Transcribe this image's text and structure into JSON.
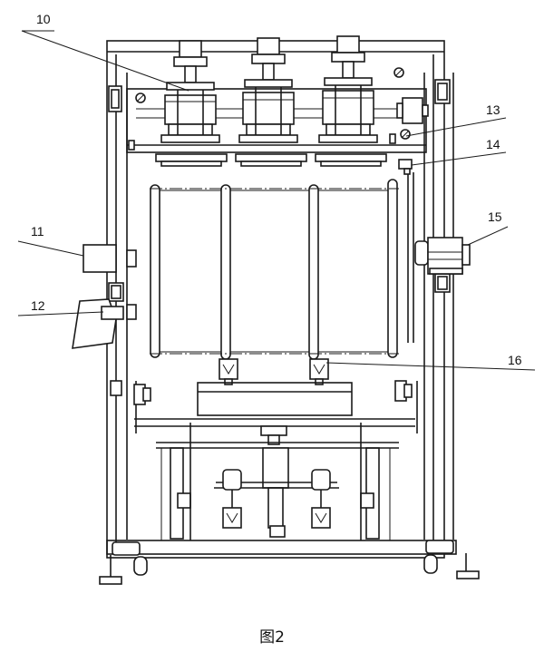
{
  "figure": {
    "caption": "图2",
    "labels": [
      {
        "id": "10",
        "text": "10"
      },
      {
        "id": "11",
        "text": "11"
      },
      {
        "id": "12",
        "text": "12"
      },
      {
        "id": "13",
        "text": "13"
      },
      {
        "id": "14",
        "text": "14"
      },
      {
        "id": "15",
        "text": "15"
      },
      {
        "id": "16",
        "text": "16"
      }
    ]
  }
}
